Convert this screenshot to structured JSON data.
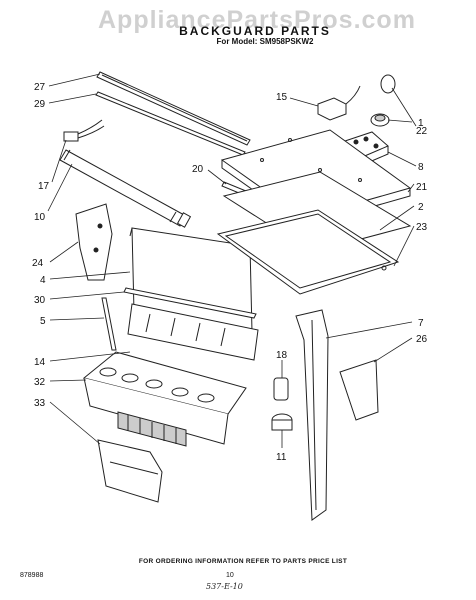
{
  "watermark": "AppliancePartsPros.com",
  "title": "BACKGUARD PARTS",
  "subtitle": "For Model: SM958PSKW2",
  "footer_note": "FOR ORDERING INFORMATION REFER TO PARTS PRICE LIST",
  "diagram_code": "878988",
  "page_number": "10",
  "handwritten_note": "537-E-10",
  "callouts": [
    "27",
    "29",
    "17",
    "10",
    "24",
    "4",
    "30",
    "5",
    "14",
    "32",
    "33",
    "15",
    "1",
    "22",
    "8",
    "20",
    "21",
    "2",
    "23",
    "7",
    "26",
    "18",
    "11"
  ]
}
